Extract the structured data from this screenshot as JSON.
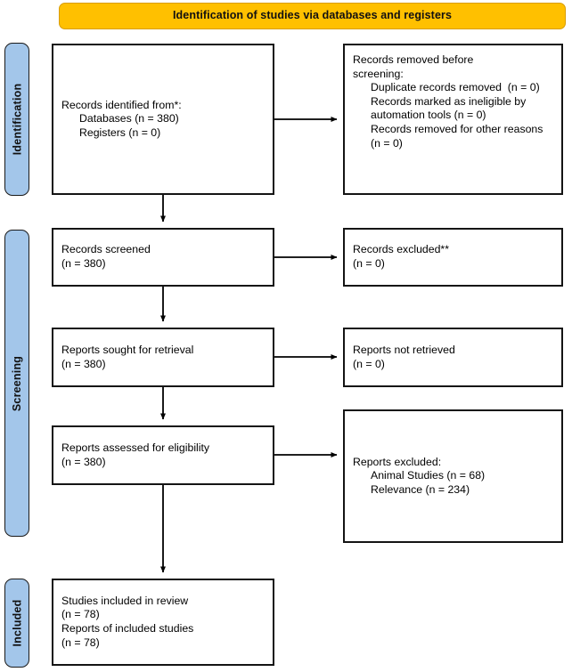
{
  "header": {
    "title": "Identification of studies via databases and registers"
  },
  "stages": [
    {
      "id": "identification",
      "label": "Identification"
    },
    {
      "id": "screening",
      "label": "Screening"
    },
    {
      "id": "included",
      "label": "Included"
    }
  ],
  "boxes": {
    "identified": {
      "lines": [
        "Records identified from*:",
        "Databases (n = 380)",
        "Registers (n = 0)"
      ]
    },
    "removed": {
      "line1_plain": "Records removed ",
      "line1_italic": "before",
      "line2_italic": "screening",
      "line2_plain": ":",
      "lines": [
        "Duplicate records removed  (n = 0)",
        "Records marked as ineligible by automation tools (n = 0)",
        "Records removed for other reasons (n = 0)"
      ]
    },
    "screened": {
      "lines": [
        "Records screened",
        "(n = 380)"
      ]
    },
    "records_excluded": {
      "lines": [
        "Records excluded**",
        "(n = 0)"
      ]
    },
    "sought": {
      "lines": [
        "Reports sought for retrieval",
        "(n = 380)"
      ]
    },
    "not_retrieved": {
      "lines": [
        "Reports not retrieved",
        "(n = 0)"
      ]
    },
    "assessed": {
      "lines": [
        "Reports assessed for eligibility",
        "(n = 380)"
      ]
    },
    "reports_excluded": {
      "heading": "Reports excluded:",
      "lines": [
        "Animal Studies (n = 68)",
        "Relevance (n = 234)"
      ]
    },
    "included": {
      "lines": [
        "Studies included in review",
        "(n = 78)",
        "Reports of included studies",
        "(n = 78)"
      ]
    }
  },
  "colors": {
    "header_banner": "#FFC000",
    "stage_label": "#A3C6EA",
    "box_border": "#141414",
    "connector": "#000000",
    "background": "#FFFFFF"
  }
}
